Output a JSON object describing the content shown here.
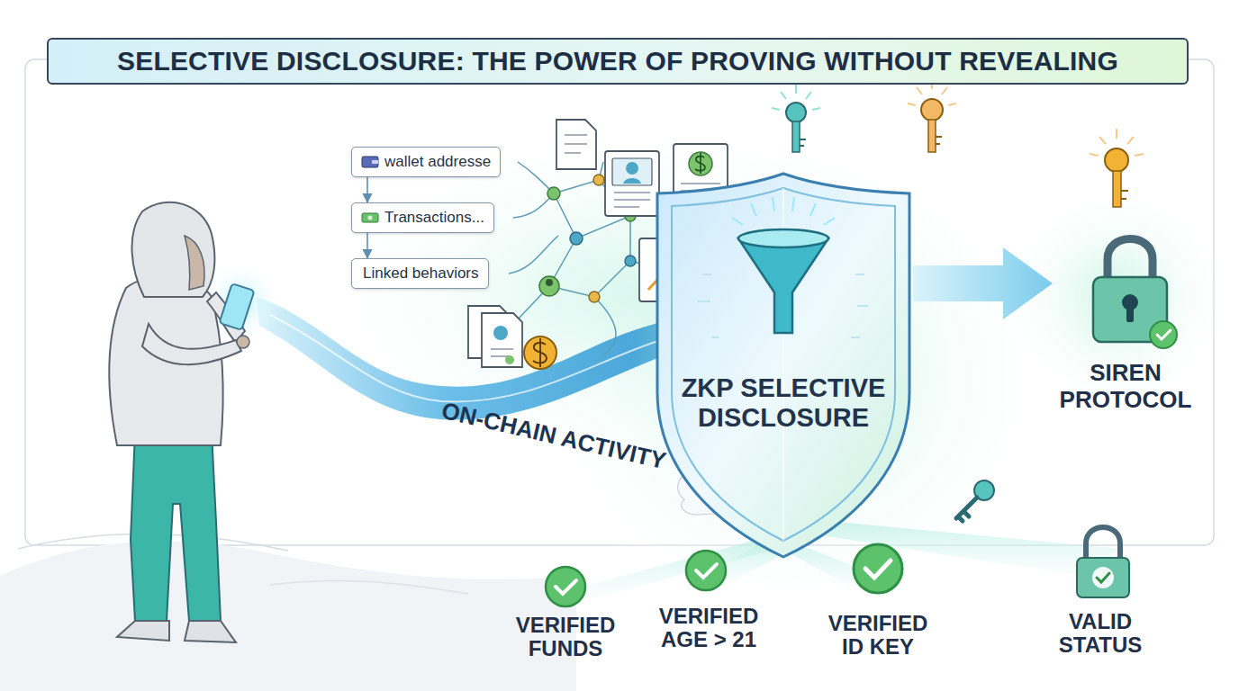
{
  "diagram": {
    "title": "SELECTIVE DISCLOSURE: THE POWER OF PROVING WITHOUT REVEALING",
    "nodes": [
      {
        "text": [
          "wallet addresse"
        ]
      },
      {
        "text": [
          "Transactions..."
        ]
      },
      {
        "text": [
          "Linked behaviors"
        ]
      },
      {
        "text": [
          "ZKP SELECTIVE DISCLOSURE"
        ]
      },
      {
        "text": [
          "SIREN PROTOCOL"
        ]
      }
    ],
    "edges": [
      {
        "from": 0,
        "to": 1,
        "arrow": "to"
      },
      {
        "from": 1,
        "to": 2,
        "arrow": "to"
      },
      {
        "from": 3,
        "to": 4,
        "arrow": "to"
      }
    ],
    "labels": [
      "ON-CHAIN ACTIVITY",
      "VERIFIED FUNDS",
      "VERIFIED AGE > 21",
      "VERIFIED ID KEY",
      "VALID STATUS"
    ]
  }
}
